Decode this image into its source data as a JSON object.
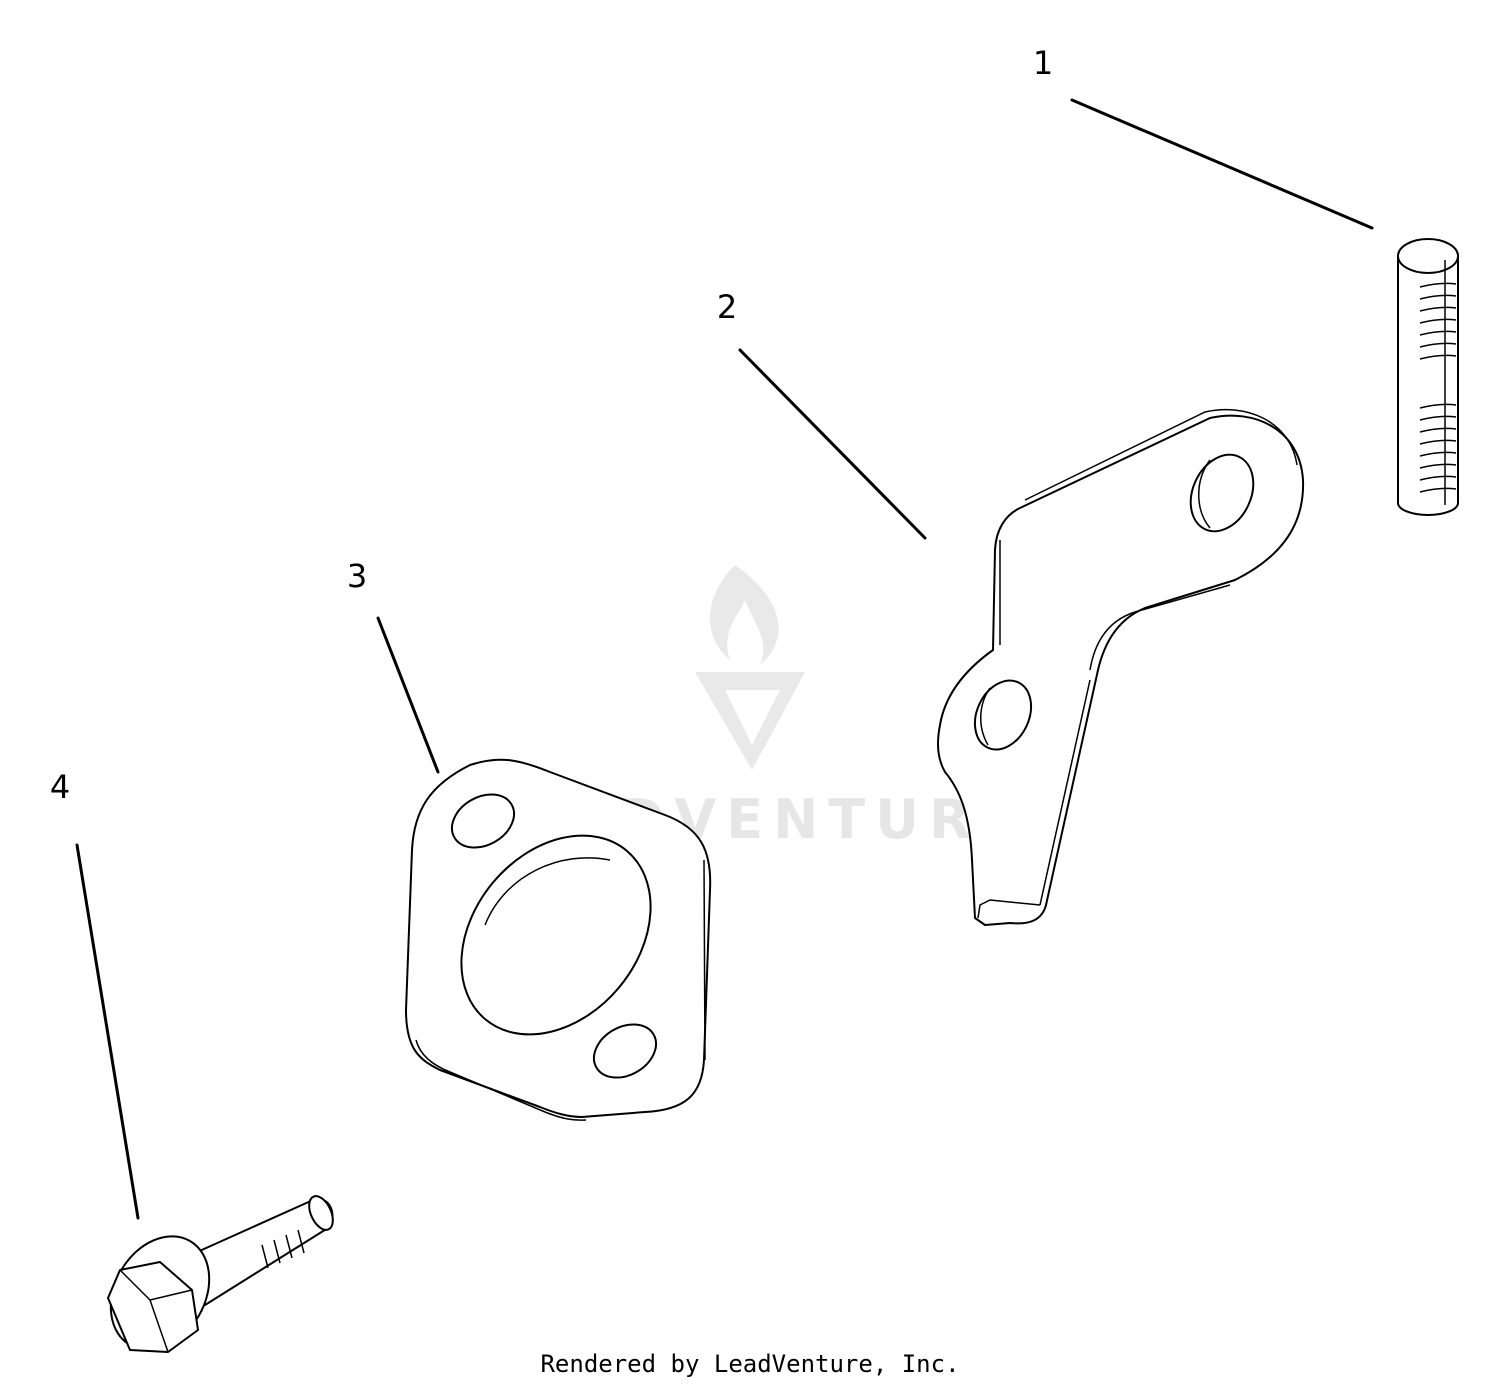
{
  "callouts": [
    {
      "label": "1"
    },
    {
      "label": "2"
    },
    {
      "label": "3"
    },
    {
      "label": "4"
    }
  ],
  "watermark": {
    "text": "LEADVENTURE"
  },
  "footer": {
    "text": "Rendered by LeadVenture, Inc."
  }
}
